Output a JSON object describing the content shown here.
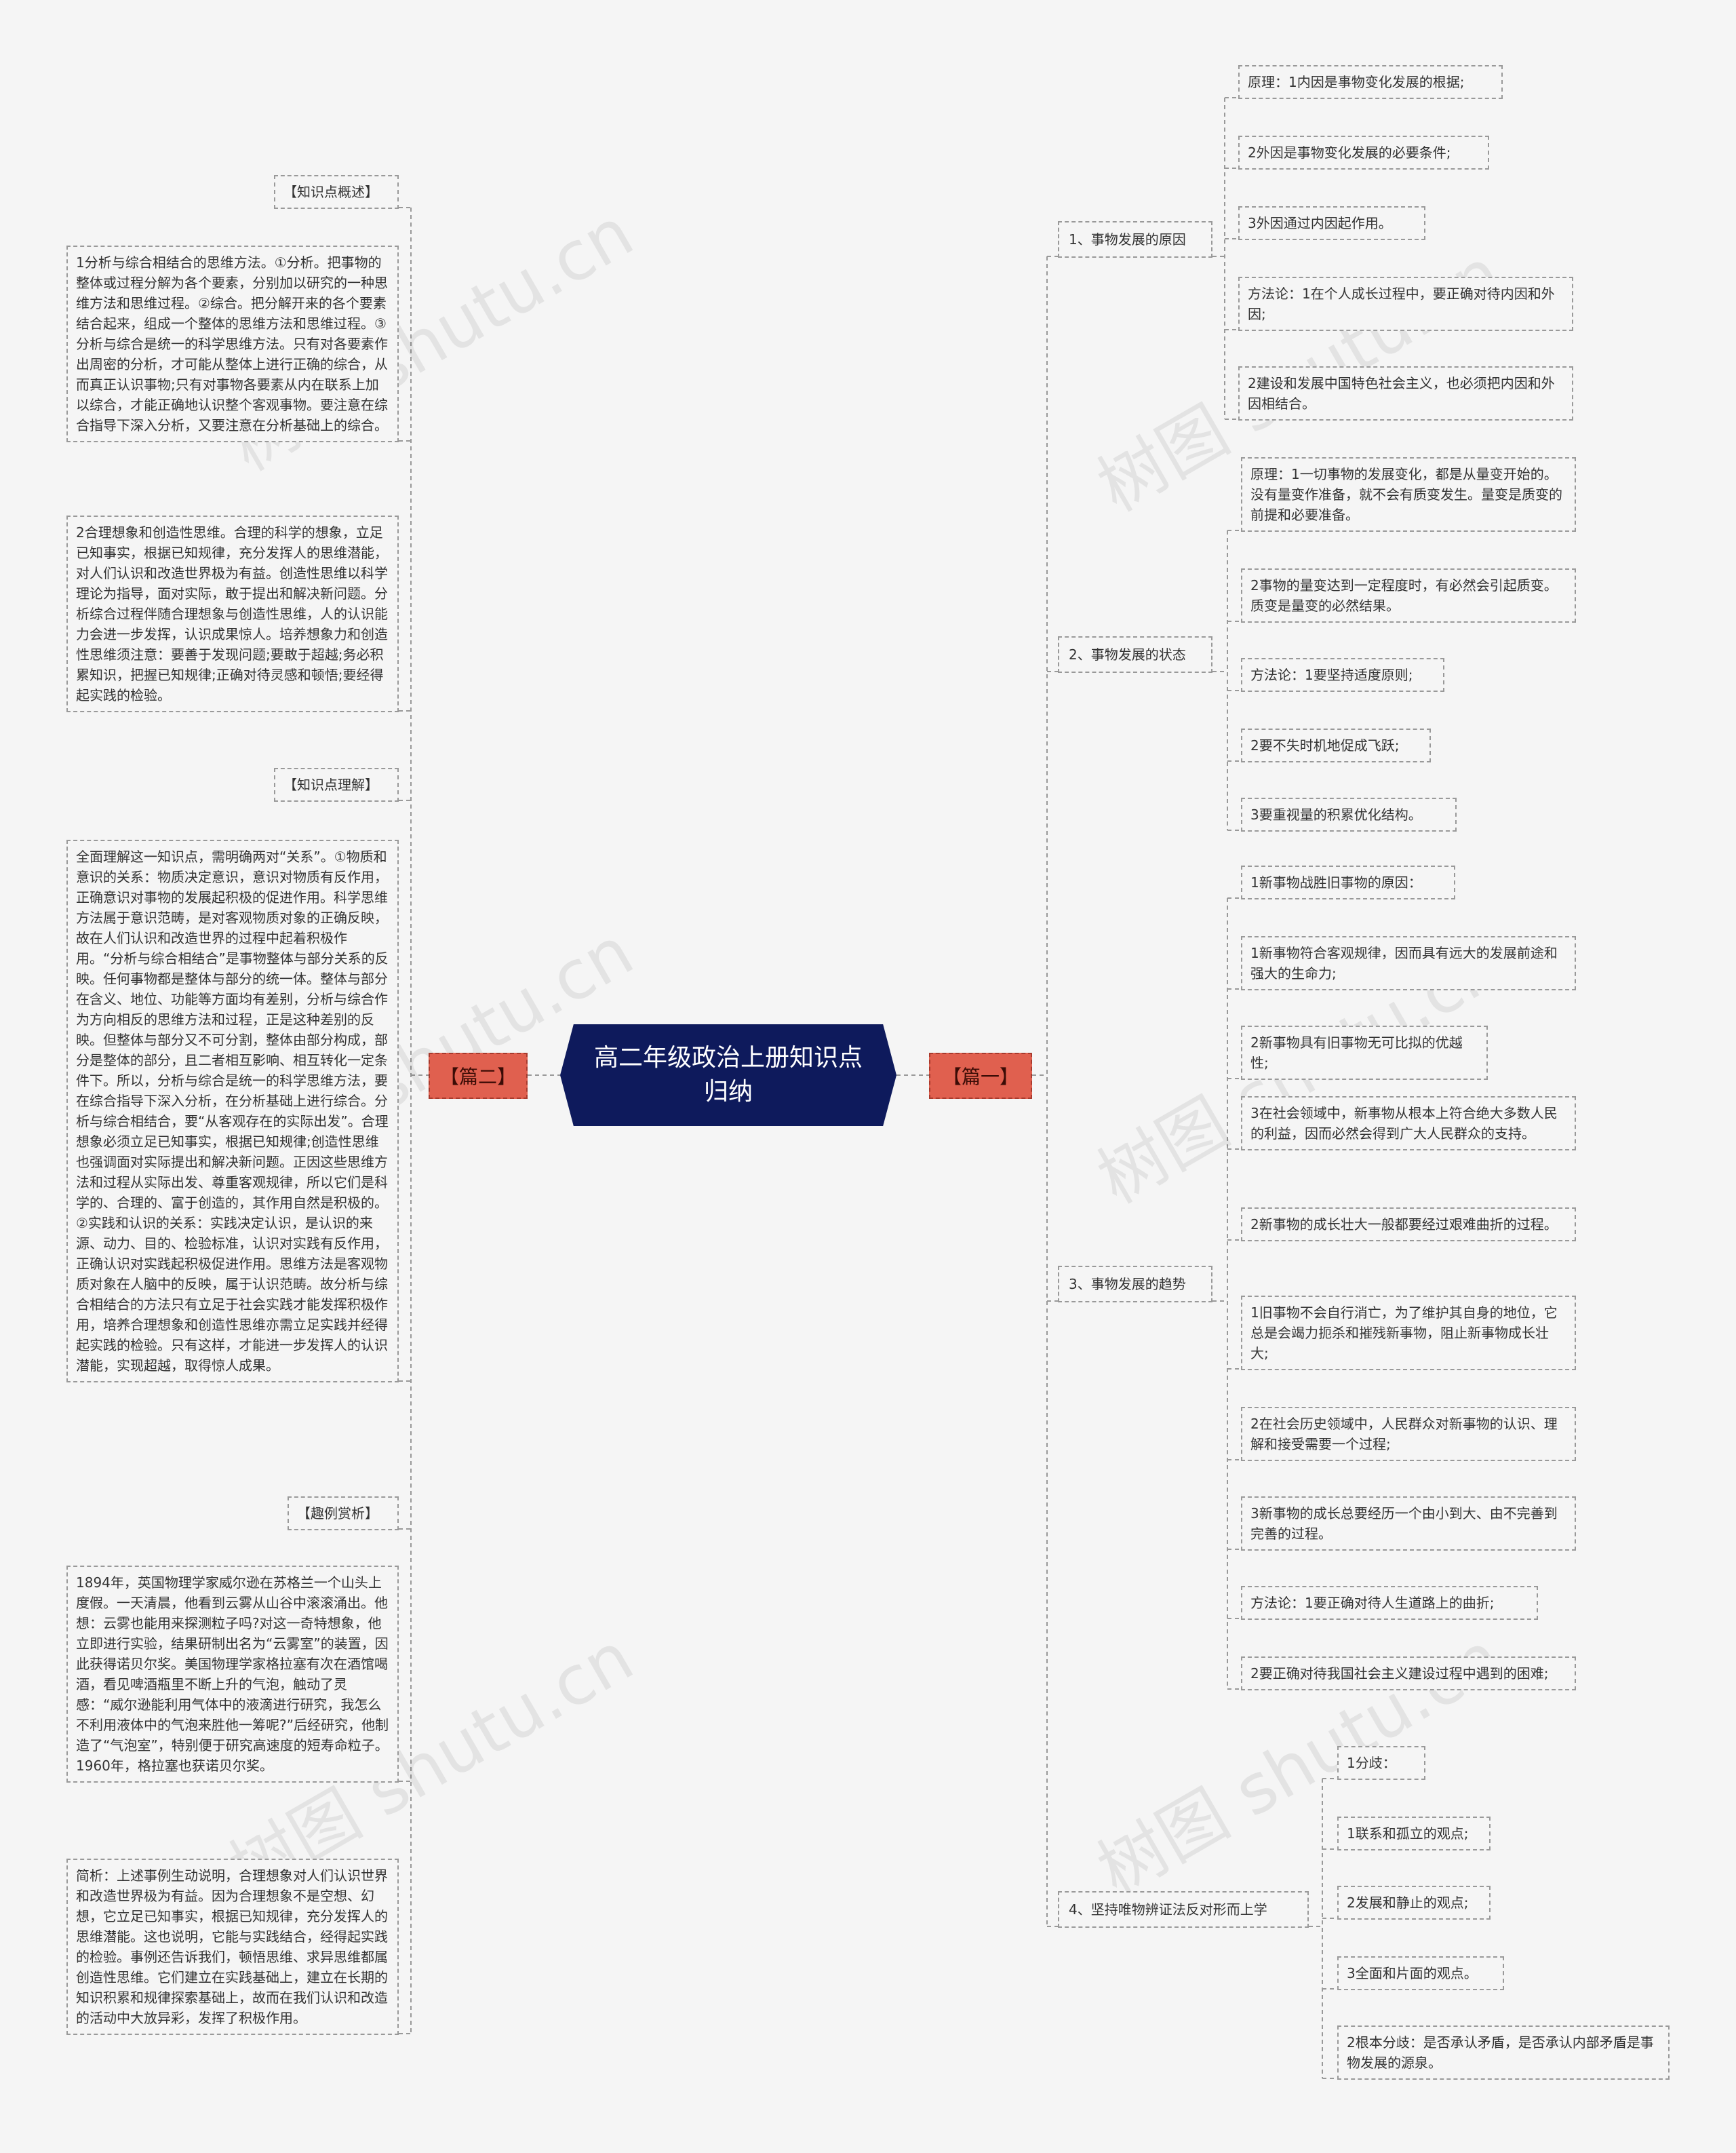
{
  "watermark": "树图 shutu.cn",
  "root": {
    "title": "高二年级政治上册知识点归纳"
  },
  "sections": {
    "left": "【篇二】",
    "right": "【篇一】"
  },
  "left_nodes": [
    "【知识点概述】",
    "1分析与综合相结合的思维方法。①分析。把事物的整体或过程分解为各个要素，分别加以研究的一种思维方法和思维过程。②综合。把分解开来的各个要素结合起来，组成一个整体的思维方法和思维过程。③分析与综合是统一的科学思维方法。只有对各要素作出周密的分析，才可能从整体上进行正确的综合，从而真正认识事物;只有对事物各要素从内在联系上加以综合，才能正确地认识整个客观事物。要注意在综合指导下深入分析，又要注意在分析基础上的综合。",
    "2合理想象和创造性思维。合理的科学的想象，立足已知事实，根据已知规律，充分发挥人的思维潜能，对人们认识和改造世界极为有益。创造性思维以科学理论为指导，面对实际，敢于提出和解决新问题。分析综合过程伴随合理想象与创造性思维，人的认识能力会进一步发挥，认识成果惊人。培养想象力和创造性思维须注意：要善于发现问题;要敢于超越;务必积累知识，把握已知规律;正确对待灵感和顿悟;要经得起实践的检验。",
    "【知识点理解】",
    "全面理解这一知识点，需明确两对“关系”。①物质和意识的关系：物质决定意识，意识对物质有反作用，正确意识对事物的发展起积极的促进作用。科学思维方法属于意识范畴，是对客观物质对象的正确反映，故在人们认识和改造世界的过程中起着积极作用。“分析与综合相结合”是事物整体与部分关系的反映。任何事物都是整体与部分的统一体。整体与部分在含义、地位、功能等方面均有差别，分析与综合作为方向相反的思维方法和过程，正是这种差别的反映。但整体与部分又不可分割，整体由部分构成，部分是整体的部分，且二者相互影响、相互转化一定条件下。所以，分析与综合是统一的科学思维方法，要在综合指导下深入分析，在分析基础上进行综合。分析与综合相结合，要“从客观存在的实际出发”。合理想象必须立足已知事实，根据已知规律;创造性思维也强调面对实际提出和解决新问题。正因这些思维方法和过程从实际出发、尊重客观规律，所以它们是科学的、合理的、富于创造的，其作用自然是积极的。②实践和认识的关系：实践决定认识，是认识的来源、动力、目的、检验标准，认识对实践有反作用，正确认识对实践起积极促进作用。思维方法是客观物质对象在人脑中的反映，属于认识范畴。故分析与综合相结合的方法只有立足于社会实践才能发挥积极作用，培养合理想象和创造性思维亦需立足实践并经得起实践的检验。只有这样，才能进一步发挥人的认识潜能，实现超越，取得惊人成果。",
    "【趣例赏析】",
    "1894年，英国物理学家威尔逊在苏格兰一个山头上度假。一天清晨，他看到云雾从山谷中滚滚涌出。他想：云雾也能用来探测粒子吗?对这一奇特想象，他立即进行实验，结果研制出名为“云雾室”的装置，因此获得诺贝尔奖。美国物理学家格拉塞有次在酒馆喝酒，看见啤酒瓶里不断上升的气泡，触动了灵感：“威尔逊能利用气体中的液滴进行研究，我怎么不利用液体中的气泡来胜他一筹呢?”后经研究，他制造了“气泡室”，特别便于研究高速度的短寿命粒子。1960年，格拉塞也获诺贝尔奖。",
    "简析：上述事例生动说明，合理想象对人们认识世界和改造世界极为有益。因为合理想象不是空想、幻想，它立足已知事实，根据已知规律，充分发挥人的思维潜能。这也说明，它能与实践结合，经得起实践的检验。事例还告诉我们，顿悟思维、求异思维都属创造性思维。它们建立在实践基础上，建立在长期的知识积累和规律探索基础上，故而在我们认识和改造的活动中大放异彩，发挥了积极作用。"
  ],
  "right_branches": [
    {
      "label": "1、事物发展的原因",
      "leaves": [
        "原理：1内因是事物变化发展的根据;",
        "2外因是事物变化发展的必要条件;",
        "3外因通过内因起作用。",
        "方法论：1在个人成长过程中，要正确对待内因和外因;",
        "2建设和发展中国特色社会主义，也必须把内因和外因相结合。"
      ]
    },
    {
      "label": "2、事物发展的状态",
      "leaves": [
        "原理：1一切事物的发展变化，都是从量变开始的。没有量变作准备，就不会有质变发生。量变是质变的前提和必要准备。",
        "2事物的量变达到一定程度时，有必然会引起质变。质变是量变的必然结果。",
        "方法论：1要坚持适度原则;",
        "2要不失时机地促成飞跃;",
        "3要重视量的积累优化结构。"
      ]
    },
    {
      "label": "3、事物发展的趋势",
      "leaves": [
        "1新事物战胜旧事物的原因：",
        "1新事物符合客观规律，因而具有远大的发展前途和强大的生命力;",
        "2新事物具有旧事物无可比拟的优越性;",
        "3在社会领域中，新事物从根本上符合绝大多数人民的利益，因而必然会得到广大人民群众的支持。",
        "2新事物的成长壮大一般都要经过艰难曲折的过程。",
        "1旧事物不会自行消亡，为了维护其自身的地位，它总是会竭力扼杀和摧残新事物，阻止新事物成长壮大;",
        "2在社会历史领域中，人民群众对新事物的认识、理解和接受需要一个过程;",
        "3新事物的成长总要经历一个由小到大、由不完善到完善的过程。",
        "方法论：1要正确对待人生道路上的曲折;",
        "2要正确对待我国社会主义建设过程中遇到的困难;"
      ]
    },
    {
      "label": "4、坚持唯物辨证法反对形而上学",
      "leaves": [
        "1分歧：",
        "1联系和孤立的观点;",
        "2发展和静止的观点;",
        "3全面和片面的观点。",
        "2根本分歧：是否承认矛盾，是否承认内部矛盾是事物发展的源泉。"
      ]
    }
  ],
  "colors": {
    "root_bg": "#0e1a5c",
    "section_bg": "#e0604f",
    "line": "#999999"
  }
}
